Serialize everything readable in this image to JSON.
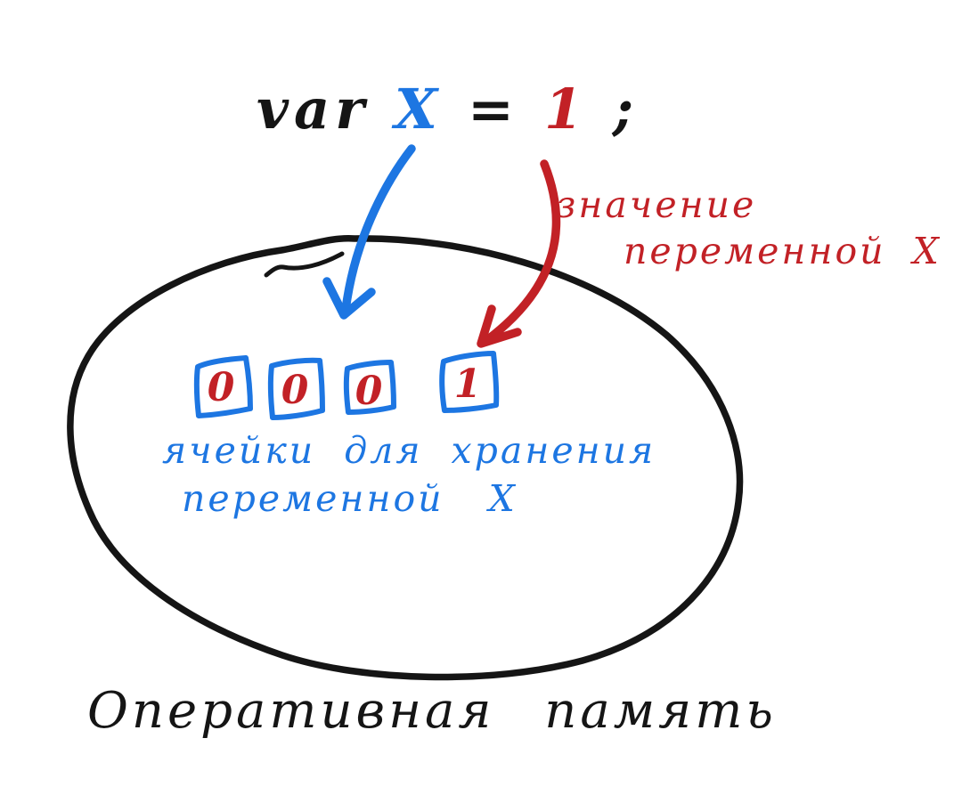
{
  "colors": {
    "blue": "#1d76e2",
    "red": "#c22126",
    "black": "#151515"
  },
  "code_line": {
    "keyword": "var",
    "variable": "X",
    "equals": "=",
    "value": "1",
    "semicolon": ";"
  },
  "value_annotation": {
    "line1": "значение",
    "line2": "переменной X"
  },
  "cells_annotation": {
    "line1": "ячейки для хранения",
    "line2": "переменной X"
  },
  "memory": {
    "cells": [
      "0",
      "0",
      "0",
      "1"
    ],
    "label": "Оперативная память"
  }
}
